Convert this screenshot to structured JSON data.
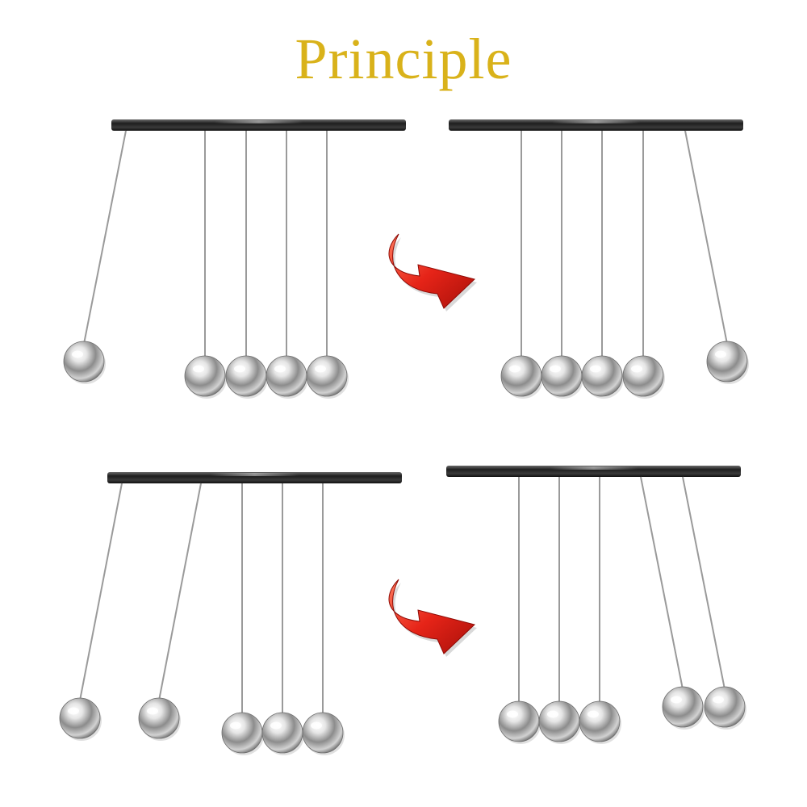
{
  "title": "Principle",
  "colors": {
    "title": "#d9b21a",
    "arrow": "#e62418",
    "bar": "#2b2b2b",
    "string": "#9a9a9a",
    "ball": "#c9c9c9"
  },
  "icons": {
    "transition_arrow": "curved-red-arrow-icon",
    "ball": "steel-ball-icon"
  },
  "diagram": {
    "rows": [
      {
        "name": "one-ball",
        "before": {
          "raised_balls": 1,
          "side": "left",
          "total_balls": 5
        },
        "after": {
          "raised_balls": 1,
          "side": "right",
          "total_balls": 5
        }
      },
      {
        "name": "two-balls",
        "before": {
          "raised_balls": 2,
          "side": "left",
          "total_balls": 5
        },
        "after": {
          "raised_balls": 2,
          "side": "right",
          "total_balls": 5
        }
      }
    ]
  }
}
